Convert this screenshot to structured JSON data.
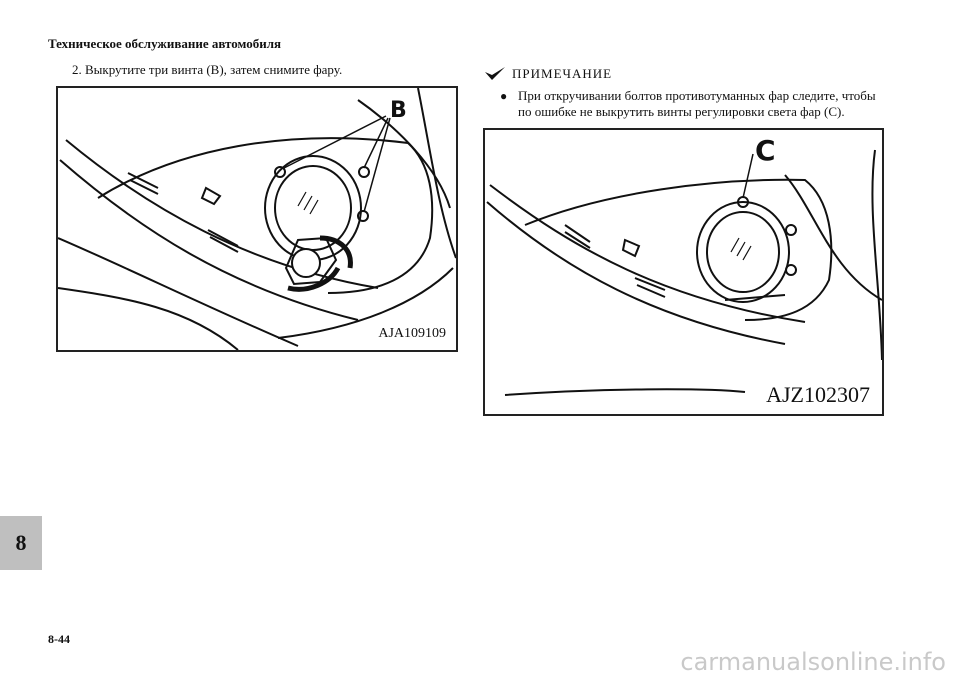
{
  "header": {
    "title": "Техническое обслуживание автомобиля"
  },
  "step": {
    "text": "2. Выкрутите три винта (B), затем снимите фару."
  },
  "figure1": {
    "callout": "B",
    "code": "AJA109109"
  },
  "note": {
    "title": "ПРИМЕЧАНИЕ",
    "icon": "note-check-icon",
    "items": [
      "При откручивании болтов противотуманных фар следите, чтобы по ошибке не выкрутить винты регулировки света фар (C)."
    ]
  },
  "figure2": {
    "callout": "C",
    "code": "AJZ102307"
  },
  "tab": {
    "label": "8"
  },
  "page": {
    "number": "8-44"
  },
  "watermark": {
    "text": "carmanualsonline.info"
  }
}
